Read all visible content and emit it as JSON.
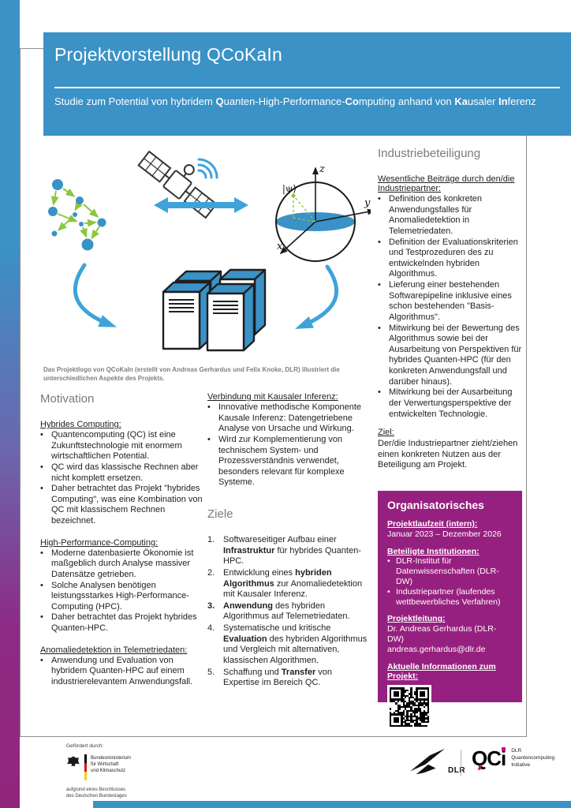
{
  "colors": {
    "accent_blue": "#3a92c6",
    "arrow_blue": "#3fa3da",
    "accent_green": "#8cc63e",
    "accent_purple": "#96207f"
  },
  "header": {
    "title": "Projektvorstellung QCoKaIn",
    "subtitle_parts": [
      {
        "t": "Studie zum Potential von hybridem ",
        "b": 0
      },
      {
        "t": "Q",
        "b": 1
      },
      {
        "t": "uanten-High-Performance-",
        "b": 0
      },
      {
        "t": "Co",
        "b": 1
      },
      {
        "t": "mputing anhand von ",
        "b": 0
      },
      {
        "t": "Ka",
        "b": 1
      },
      {
        "t": "usaler ",
        "b": 0
      },
      {
        "t": "In",
        "b": 1
      },
      {
        "t": "ferenz",
        "b": 0
      }
    ]
  },
  "diagram": {
    "caption": "Das Projektlogo von QCoKaIn (erstellt von Andreas Gerhardus und Felix Knoke, DLR) illustriert die unterschiedlichen Aspekte des Projekts.",
    "bloch_labels": {
      "z": "z",
      "y": "y",
      "x": "x",
      "psi": "|ψ⟩"
    }
  },
  "motivation": {
    "heading": "Motivation",
    "sections": [
      {
        "title": "Hybrides Computing:",
        "bullets": [
          "Quantencomputing (QC) ist eine Zukunftstechnologie mit enormem wirtschaftlichen Potential.",
          "QC wird das klassische Rechnen aber nicht komplett ersetzen.",
          "Daher betrachtet das Projekt \"hybrides Computing\", was eine Kombination von QC mit klassischem Rechnen bezeichnet."
        ]
      },
      {
        "title": "High-Performance-Computing:",
        "bullets": [
          "Moderne datenbasierte Ökonomie ist maßgeblich durch Analyse massiver Datensätze getrieben.",
          "Solche Analysen benötigen leistungsstarkes High-Performance-Computing (HPC).",
          "Daher betrachtet das Projekt hybrides Quanten-HPC."
        ]
      },
      {
        "title": "Anomaliedetektion in Telemetriedaten:",
        "bullets": [
          "Anwendung und Evaluation von hybridem Quanten-HPC auf einem industrierelevantem Anwendungsfall."
        ]
      }
    ]
  },
  "kausal": {
    "title": "Verbindung mit Kausaler Inferenz:",
    "bullets": [
      "Innovative methodische Komponente Kausale Inferenz: Datengetriebene Analyse von Ursache und Wirkung.",
      "Wird zur Komplementierung von technischem System- und Prozessverständnis verwendet, besonders relevant für komplexe Systeme."
    ]
  },
  "ziele": {
    "heading": "Ziele",
    "items": [
      {
        "num": "1.",
        "numb": 0,
        "parts": [
          {
            "t": "Softwareseitiger Aufbau einer ",
            "b": 0
          },
          {
            "t": "Infrastruktur",
            "b": 1
          },
          {
            "t": " für hybrides Quanten-HPC.",
            "b": 0
          }
        ]
      },
      {
        "num": "2.",
        "numb": 0,
        "parts": [
          {
            "t": "Entwicklung eines ",
            "b": 0
          },
          {
            "t": "hybriden Algorithmus",
            "b": 1
          },
          {
            "t": " zur Anomaliedetektion mit Kausaler Inferenz.",
            "b": 0
          }
        ]
      },
      {
        "num": "3.",
        "numb": 1,
        "parts": [
          {
            "t": "Anwendung",
            "b": 1
          },
          {
            "t": " des hybriden Algorithmus auf Telemetriedaten.",
            "b": 0
          }
        ]
      },
      {
        "num": "4.",
        "numb": 0,
        "parts": [
          {
            "t": "Systematische und kritische ",
            "b": 0
          },
          {
            "t": "Evaluation",
            "b": 1
          },
          {
            "t": " des hybriden Algorithmus und Vergleich mit alternativen, klassischen Algorithmen.",
            "b": 0
          }
        ]
      },
      {
        "num": "5.",
        "numb": 0,
        "parts": [
          {
            "t": "Schaffung und ",
            "b": 0
          },
          {
            "t": "Transfer",
            "b": 1
          },
          {
            "t": " von Expertise im Bereich QC.",
            "b": 0
          }
        ]
      }
    ]
  },
  "industrie": {
    "heading": "Industriebeteiligung",
    "subheading": "Wesentliche Beiträge durch den/die Industriepartner:",
    "bullets": [
      "Definition des konkreten Anwendungsfalles für Anomaliedetektion in Telemetriedaten.",
      "Definition der Evaluationskriterien und Testprozeduren des zu entwickelnden hybriden Algorithmus.",
      "Lieferung einer bestehenden Softwarepipeline inklusive eines schon bestehenden \"Basis-Algorithmus\".",
      "Mitwirkung bei der Bewertung des Algorithmus sowie bei der Ausarbeitung von Perspektiven für hybrides Quanten-HPC (für den konkreten Anwendungsfall und darüber hinaus).",
      "Mitwirkung bei der Ausarbeitung der Verwertungsperspektive der entwickelten Technologie."
    ],
    "ziel_title": "Ziel:",
    "ziel_text": "Der/die Industriepartner zieht/ziehen einen konkreten Nutzen aus der Beteiligung am Projekt."
  },
  "orga": {
    "heading": "Organisatorisches",
    "laufzeit_title": "Projektlaufzeit (intern):",
    "laufzeit": "Januar 2023 – Dezember 2026",
    "institutionen_title": "Beteiligte Institutionen:",
    "institutionen": [
      "DLR-Institut für Datenwissenschaften (DLR-DW)",
      "Industriepartner (laufendes wettbewerbliches Verfahren)"
    ],
    "leitung_title": "Projektleitung:",
    "leitung_name": "Dr. Andreas Gerhardus (DLR-DW)",
    "leitung_email": "andreas.gerhardus@dlr.de",
    "info_title": "Aktuelle Informationen zum Projekt:"
  },
  "footer": {
    "gefoerdert": "Gefördert durch:",
    "ministerium_lines": [
      "Bundesministerium",
      "für Wirtschaft",
      "und Klimaschutz"
    ],
    "beschluss_lines": [
      "aufgrund eines Beschlusses",
      "des Deutschen Bundestages"
    ],
    "dlr_label": "DLR",
    "qci_qc": "QC",
    "qci_i": "i",
    "qci_lines": [
      "DLR",
      "Quantencomputing",
      "Initiative"
    ]
  }
}
